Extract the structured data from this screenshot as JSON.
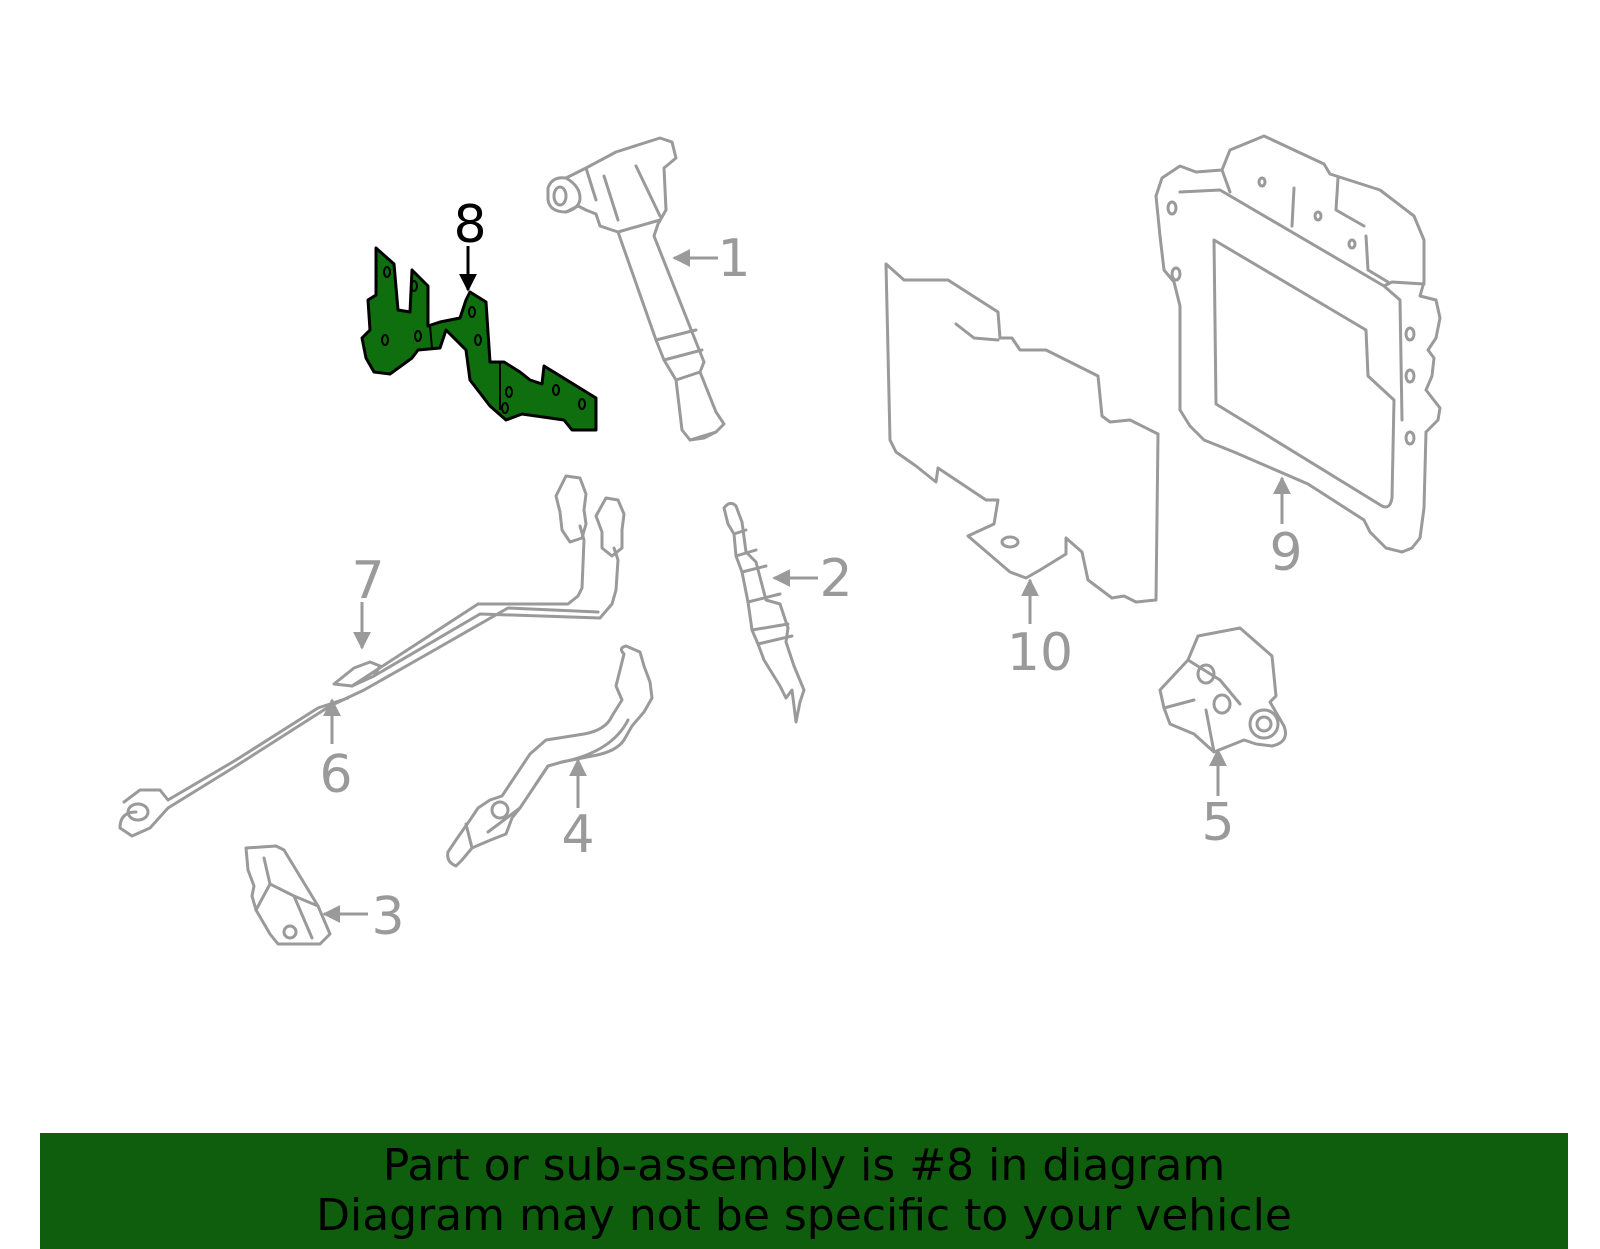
{
  "diagram": {
    "highlight_color": "#0f6e0d",
    "line_color": "#9a9a9a",
    "highlighted_part": "8",
    "callouts": [
      {
        "id": "c1",
        "label": "1"
      },
      {
        "id": "c2",
        "label": "2"
      },
      {
        "id": "c3",
        "label": "3"
      },
      {
        "id": "c4",
        "label": "4"
      },
      {
        "id": "c5",
        "label": "5"
      },
      {
        "id": "c6",
        "label": "6"
      },
      {
        "id": "c7",
        "label": "7"
      },
      {
        "id": "c8",
        "label": "8"
      },
      {
        "id": "c9",
        "label": "9"
      },
      {
        "id": "c10",
        "label": "10"
      }
    ]
  },
  "banner": {
    "background": "#0f5e0d",
    "line1": "Part or sub-assembly is #8 in diagram",
    "line2": "Diagram may not be specific to your vehicle"
  }
}
